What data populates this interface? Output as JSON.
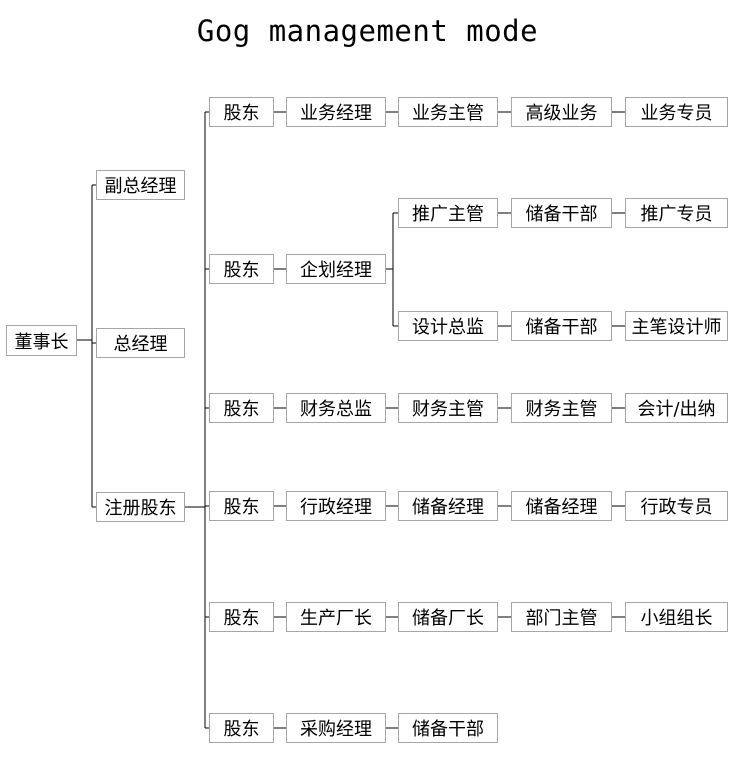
{
  "title": "Gog management mode",
  "nodes": {
    "chairman": "董事长",
    "vp": "副总经理",
    "gm": "总经理",
    "reg": "注册股东",
    "r1": [
      "股东",
      "业务经理",
      "业务主管",
      "高级业务",
      "业务专员"
    ],
    "r2": [
      "股东",
      "企划经理"
    ],
    "r2a": [
      "推广主管",
      "储备干部",
      "推广专员"
    ],
    "r2b": [
      "设计总监",
      "储备干部",
      "主笔设计师"
    ],
    "r3": [
      "股东",
      "财务总监",
      "财务主管",
      "财务主管",
      "会计/出纳"
    ],
    "r4": [
      "股东",
      "行政经理",
      "储备经理",
      "储备经理",
      "行政专员"
    ],
    "r5": [
      "股东",
      "生产厂长",
      "储备厂长",
      "部门主管",
      "小组组长"
    ],
    "r6": [
      "股东",
      "采购经理",
      "储备干部"
    ]
  }
}
